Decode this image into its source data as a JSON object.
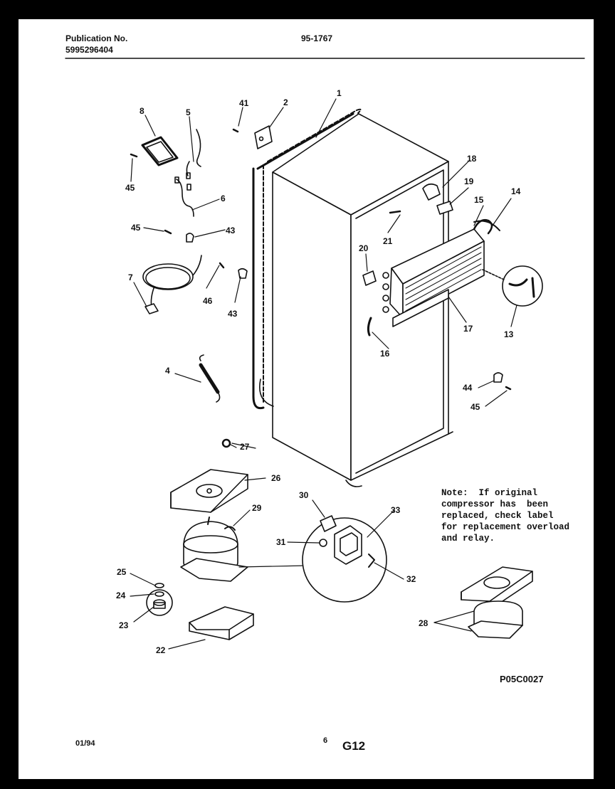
{
  "header": {
    "publication_label": "Publication No.",
    "publication_number": "5995296404",
    "model": "95-1767"
  },
  "callouts": {
    "c1": "1",
    "c2": "2",
    "c4": "4",
    "c5": "5",
    "c6": "6",
    "c7": "7",
    "c8": "8",
    "c13": "13",
    "c14": "14",
    "c15": "15",
    "c16": "16",
    "c17": "17",
    "c18": "18",
    "c19": "19",
    "c20": "20",
    "c21": "21",
    "c22": "22",
    "c23": "23",
    "c24": "24",
    "c25": "25",
    "c26": "26",
    "c27": "27",
    "c28": "28",
    "c29": "29",
    "c30": "30",
    "c31": "31",
    "c32": "32",
    "c33": "33",
    "c41": "41",
    "c43a": "43",
    "c43b": "43",
    "c44": "44",
    "c45a": "45",
    "c45b": "45",
    "c45c": "45",
    "c46": "46"
  },
  "note": {
    "line1": "Note:  If original",
    "line2": "compressor has  been",
    "line3": "replaced, check label",
    "line4": "for replacement overload",
    "line5": "and relay."
  },
  "figure_code": "P05C0027",
  "footer": {
    "date": "01/94",
    "page": "6",
    "section": "G12"
  }
}
